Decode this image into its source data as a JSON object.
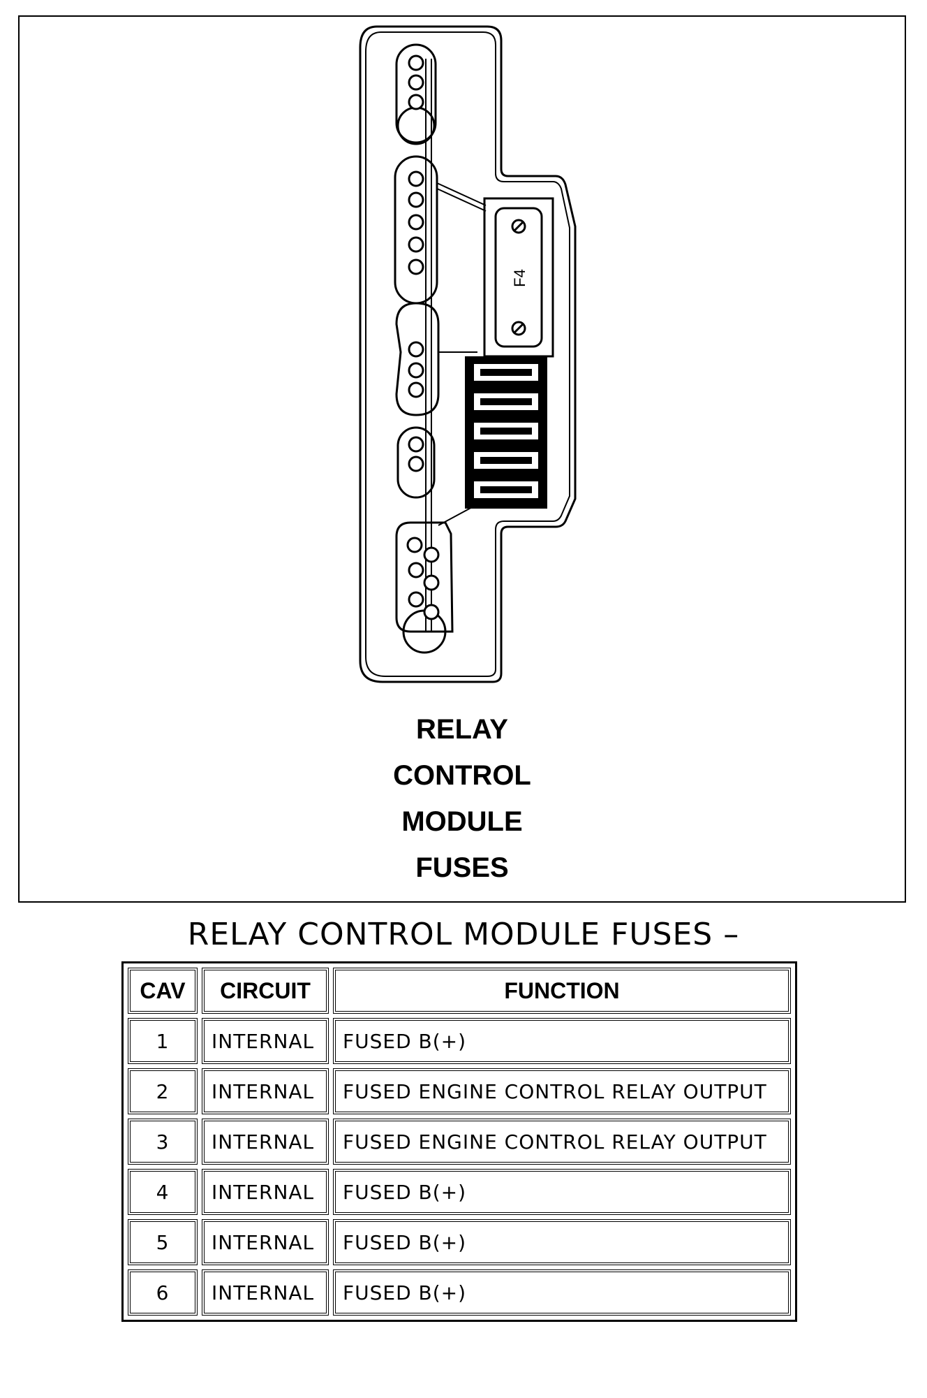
{
  "diagram": {
    "fuse_label": "F4",
    "title_lines": [
      "RELAY",
      "CONTROL",
      "MODULE",
      "FUSES"
    ]
  },
  "caption": "RELAY CONTROL MODULE FUSES –",
  "table": {
    "headers": [
      "CAV",
      "CIRCUIT",
      "FUNCTION"
    ],
    "rows": [
      {
        "cav": "1",
        "circuit": "INTERNAL",
        "function": "FUSED B(+)"
      },
      {
        "cav": "2",
        "circuit": "INTERNAL",
        "function": "FUSED ENGINE CONTROL RELAY OUTPUT"
      },
      {
        "cav": "3",
        "circuit": "INTERNAL",
        "function": "FUSED ENGINE CONTROL RELAY OUTPUT"
      },
      {
        "cav": "4",
        "circuit": "INTERNAL",
        "function": "FUSED B(+)"
      },
      {
        "cav": "5",
        "circuit": "INTERNAL",
        "function": "FUSED B(+)"
      },
      {
        "cav": "6",
        "circuit": "INTERNAL",
        "function": "FUSED B(+)"
      }
    ]
  }
}
